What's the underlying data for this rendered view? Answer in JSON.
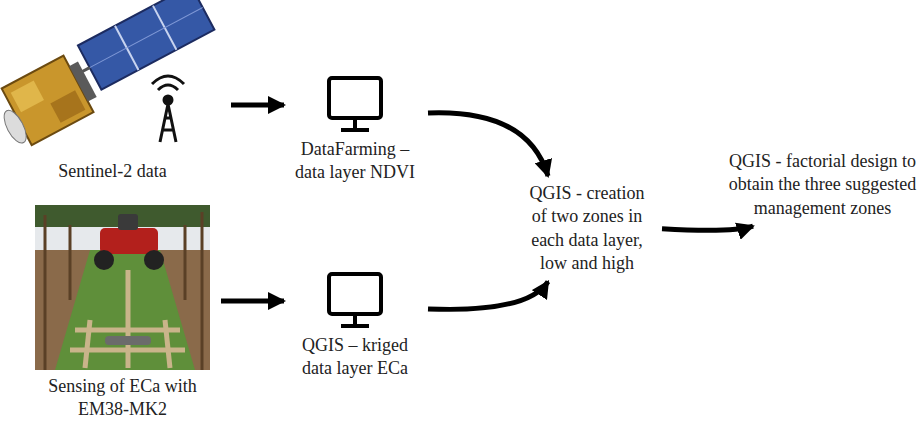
{
  "diagram": {
    "nodes": [
      {
        "text": [
          "Sentinel-2 data"
        ]
      },
      {
        "text": [
          "DataFarming – data layer NDVI"
        ]
      },
      {
        "text": [
          "Sensing of ECa with EM38-MK2"
        ]
      },
      {
        "text": [
          "QGIS – kriged data layer ECa"
        ]
      },
      {
        "text": [
          "QGIS - creation of two zones in each data layer, low and high"
        ]
      },
      {
        "text": [
          "QGIS - factorial design to obtain the three suggested management zones"
        ]
      }
    ],
    "edges": [
      {
        "from": 0,
        "to": 1,
        "arrow": "to"
      },
      {
        "from": 2,
        "to": 3,
        "arrow": "to"
      },
      {
        "from": 1,
        "to": 4,
        "arrow": "to"
      },
      {
        "from": 3,
        "to": 4,
        "arrow": "to"
      },
      {
        "from": 4,
        "to": 5,
        "arrow": "to"
      }
    ]
  }
}
